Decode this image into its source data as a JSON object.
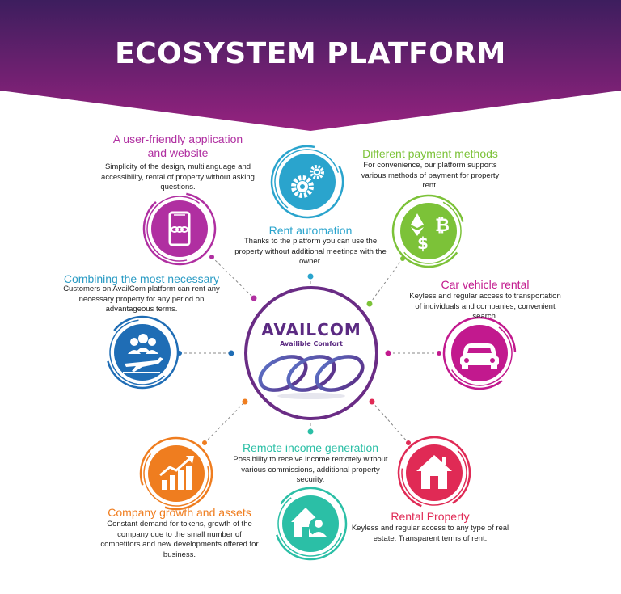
{
  "title": "ECOSYSTEM PLATFORM",
  "colors": {
    "banner_top": "#3d1e5e",
    "banner_bottom": "#96227f",
    "center_border": "#6a2c85",
    "app": "#b02fa1",
    "rent": "#2aa4cd",
    "payment": "#7cc238",
    "combine": "#1f6db5",
    "car": "#c2198e",
    "growth": "#ef7d1f",
    "remote": "#2bbfa6",
    "rental": "#e02a55"
  },
  "center": {
    "brand": "AVAILCOM",
    "tagline": "Availible Comfort"
  },
  "features": {
    "app": {
      "heading": "A user-friendly application\nand website",
      "text": "Simplicity of the design, multilanguage and accessibility, rental of property without asking questions.",
      "icon": "smartphone-icon"
    },
    "rent": {
      "heading": "Rent automation",
      "text": "Thanks to the platform you can use the property without additional meetings with the owner.",
      "icon": "gears-icon"
    },
    "payment": {
      "heading": "Different payment methods",
      "text": "For convenience, our platform supports various methods of payment for property rent.",
      "icon": "crypto-coins-icon"
    },
    "combine": {
      "heading": "Combining the most necessary",
      "text": "Customers on AvailCom platform can rent any necessary property for any period on advantageous terms.",
      "icon": "people-plane-icon"
    },
    "car": {
      "heading": "Car vehicle rental",
      "text": "Keyless and regular access to transportation of individuals and companies, convenient search.",
      "icon": "car-icon"
    },
    "growth": {
      "heading": "Company growth and assets",
      "text": "Constant demand for tokens, growth of the company due to the small number of competitors and new developments offered for business.",
      "icon": "growth-chart-icon"
    },
    "remote": {
      "heading": "Remote income generation",
      "text": "Possibility to receive income remotely without various commissions, additional property security.",
      "icon": "house-person-icon"
    },
    "rental": {
      "heading": "Rental Property",
      "text": "Keyless and regular access to any type of real estate. Transparent terms of rent.",
      "icon": "house-icon"
    }
  }
}
